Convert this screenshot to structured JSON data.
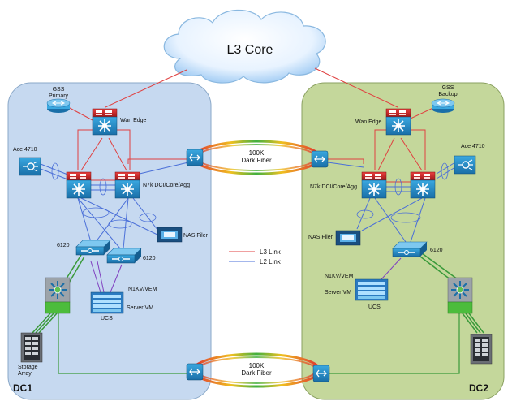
{
  "cloud": {
    "label": "L3 Core"
  },
  "dc1": {
    "label": "DC1",
    "gss": "GSS\nPrimary",
    "wan_edge": "Wan Edge",
    "ace": "Ace 4710",
    "n7k": "N7k DCI/Core/Agg",
    "nas": "NAS Filer",
    "fi_a": "6120",
    "fi_b": "6120",
    "n1kv": "N1KV/VEM",
    "server_vm": "Server VM",
    "ucs": "UCS",
    "storage": "Storage\nArray"
  },
  "dc2": {
    "label": "DC2",
    "gss": "GSS\nBackup",
    "wan_edge": "Wan Edge",
    "ace": "Ace 4710",
    "n7k": "N7k DCI/Core/Agg",
    "nas": "NAS Filer",
    "fi": "6120",
    "n1kv": "N1KV/VEM",
    "server_vm": "Server VM",
    "ucs": "UCS"
  },
  "fiber_top": "100K\nDark Fiber",
  "fiber_bottom": "100K\nDark Fiber",
  "legend": {
    "l3": "L3 Link",
    "l2": "L2 Link"
  },
  "colors": {
    "dc1_bg": "#c6d9f0",
    "dc2_bg": "#c4d79b",
    "l3": "#e04040",
    "l2": "#4a6fd8",
    "green_link": "#3a9a3a",
    "purple_link": "#8040c0"
  }
}
